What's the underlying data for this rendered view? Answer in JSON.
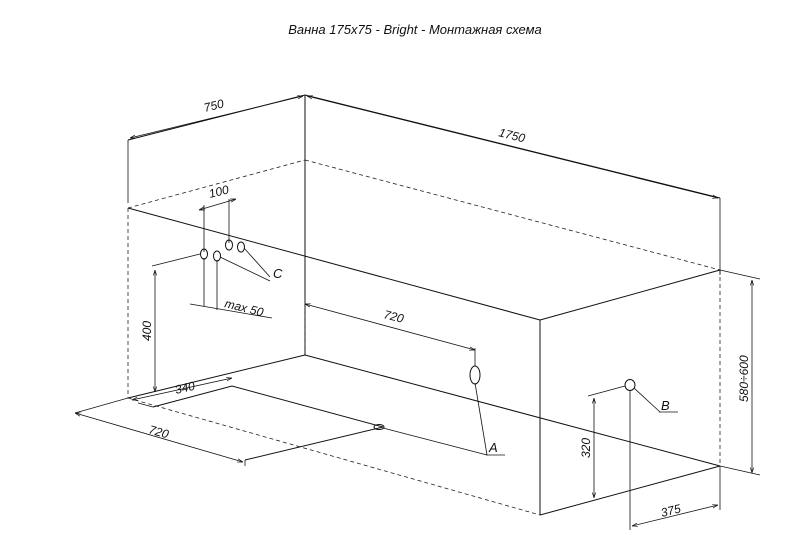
{
  "title": "Ванна 175x75 - Bright - Монтажная схема",
  "dimensions": {
    "width": "750",
    "length": "1750",
    "height": "580÷600",
    "c_spacing": "100",
    "c_height": "400",
    "c_offset": "max 50",
    "a_offset_top": "720",
    "a_floor_offset": "340",
    "a_floor_length": "720",
    "b_height": "320",
    "b_offset": "375"
  },
  "points": {
    "a": "A",
    "b": "B",
    "c": "C"
  }
}
